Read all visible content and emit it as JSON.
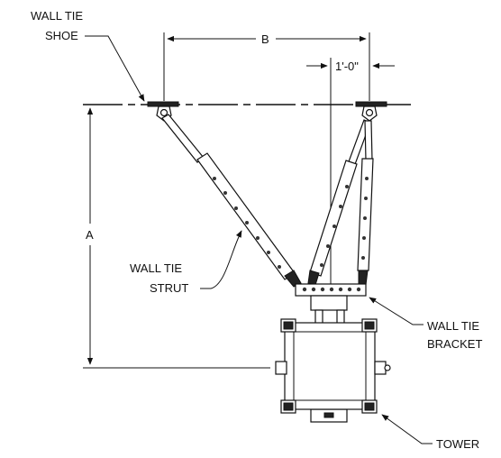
{
  "labels": {
    "wall_tie_shoe_line1": "WALL TIE",
    "wall_tie_shoe_line2": "SHOE",
    "dim_b": "B",
    "dim_offset": "1'-0\"",
    "dim_a": "A",
    "wall_tie_strut_line1": "WALL TIE",
    "wall_tie_strut_line2": "STRUT",
    "wall_tie_bracket_line1": "WALL TIE",
    "wall_tie_bracket_line2": "BRACKET",
    "tower": "TOWER"
  },
  "colors": {
    "ink": "#111111",
    "paper": "#ffffff"
  }
}
